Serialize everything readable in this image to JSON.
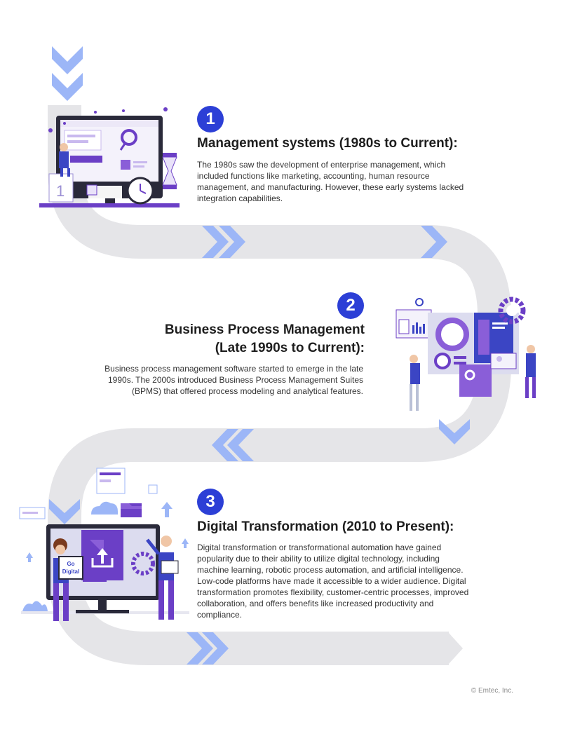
{
  "steps": [
    {
      "number": "1",
      "title": "Management systems (1980s to Current):",
      "body": "The 1980s saw the development of enterprise management, which included functions like marketing, accounting, human resource management, and manufacturing. However, these early systems lacked integration capabilities."
    },
    {
      "number": "2",
      "title_line1": "Business Process Management",
      "title_line2": "(Late 1990s to Current):",
      "body": "Business process management software started to emerge in the late 1990s. The 2000s introduced Business Process Management Suites (BPMS) that offered process modeling and analytical features."
    },
    {
      "number": "3",
      "title": "Digital Transformation (2010 to Present):",
      "body": "Digital transformation or transformational automation have gained popularity due to their ability to utilize digital technology, including machine learning, robotic process automation, and artificial intelligence. Low-code platforms have made it accessible to a wider audience. Digital transformation promotes flexibility, customer-centric processes, improved collaboration, and offers benefits like increased productivity and compliance."
    }
  ],
  "illustration3_sign": "Go Digital",
  "footer": "© Emtec, Inc.",
  "colors": {
    "accent": "#2c3fd6",
    "path": "#e5e5e8",
    "chevron": "#9cb6f7",
    "purple": "#6b3fc6"
  }
}
